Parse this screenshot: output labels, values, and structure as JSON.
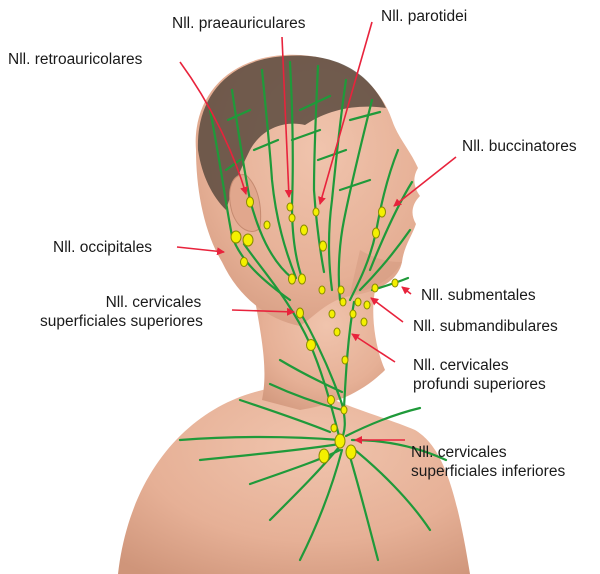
{
  "labels": {
    "praeauriculares": "Nll. praeauriculares",
    "parotidei": "Nll. parotidei",
    "retroauricolares": "Nll. retroauricolares",
    "buccinatores": "Nll. buccinatores",
    "occipitales": "Nll. occipitales",
    "submentales": "Nll. submentales",
    "cervicales_superficiales_superiores": [
      "Nll. cervicales",
      "superficiales superiores"
    ],
    "submandibulares": "Nll. submandibulares",
    "cervicales_profundi_superiores": [
      "Nll. cervicales",
      "profundi superiores"
    ],
    "cervicales_superficiales_inferiores": [
      "Nll. cervicales",
      "superficiales inferiores"
    ]
  },
  "colors": {
    "vessel": "#1f9a3a",
    "node_fill": "#f4f000",
    "node_stroke": "#8a8a00",
    "arrow": "#e8233c",
    "skin": "#e8b49a",
    "skin_shadow": "#d39a80",
    "hair": "#5a4a3e"
  }
}
